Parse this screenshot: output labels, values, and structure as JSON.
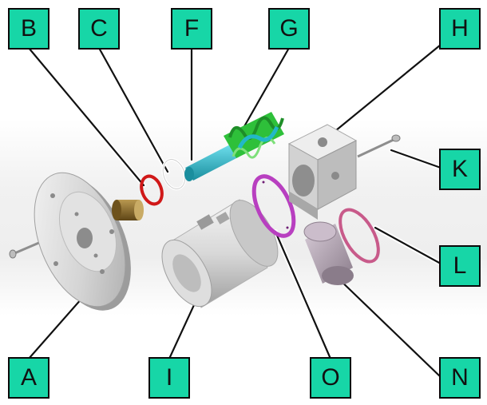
{
  "colors": {
    "callout_fill": "#17d6a7",
    "callout_border": "#0a0a0a",
    "ring_red": "#d01818",
    "gasket_purple": "#b83fc0",
    "gasket_pink": "#c85a8a",
    "rotor_cyan": "#22b8c8",
    "rotor_green": "#2ec03a",
    "bushing_brown": "#8a6a2a",
    "metal": "#d6d6d6"
  },
  "labels": {
    "A": "A",
    "B": "B",
    "C": "C",
    "F": "F",
    "G": "G",
    "H": "H",
    "I": "I",
    "K": "K",
    "L": "L",
    "N": "N",
    "O": "O"
  },
  "parts": [
    {
      "id": "flange-end-plate",
      "label": "A"
    },
    {
      "id": "red-o-ring",
      "label": "B"
    },
    {
      "id": "white-o-ring",
      "label": "C"
    },
    {
      "id": "rotor-shaft",
      "label": "F"
    },
    {
      "id": "rotor-flights",
      "label": "G"
    },
    {
      "id": "pump-head-housing",
      "label": "H"
    },
    {
      "id": "stator-body",
      "label": "I"
    },
    {
      "id": "tie-bolt-right",
      "label": "K"
    },
    {
      "id": "pink-gasket",
      "label": "L"
    },
    {
      "id": "stator-sleeve",
      "label": "N"
    },
    {
      "id": "purple-gasket",
      "label": "O"
    }
  ]
}
